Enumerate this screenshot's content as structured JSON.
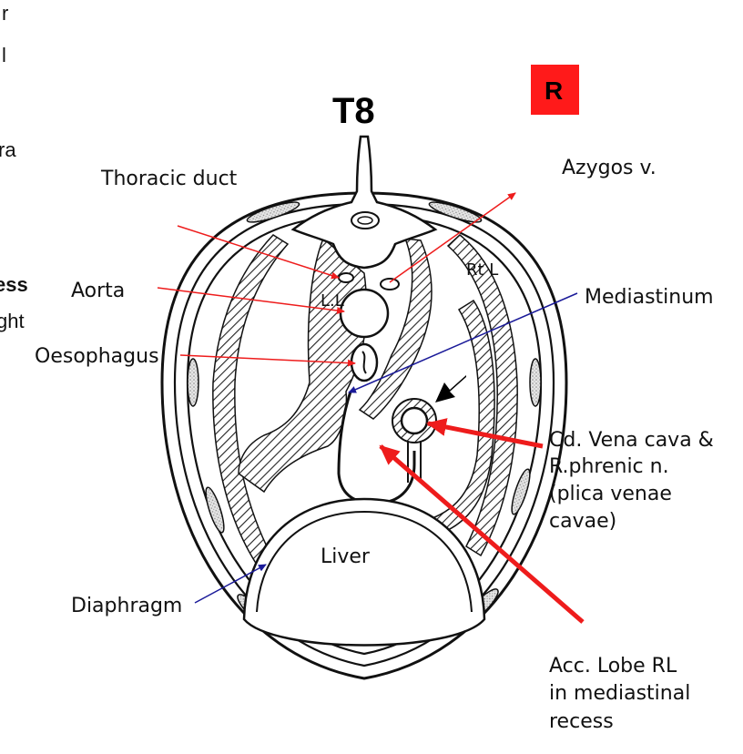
{
  "title": "T8",
  "badge": {
    "text": "R",
    "color": "#ff1a1a"
  },
  "left_fragments": [
    "r",
    "l",
    "ra",
    "ess",
    "ght"
  ],
  "labels": {
    "thoracic_duct": "Thoracic duct",
    "azygos": "Azygos v.",
    "aorta": "Aorta",
    "mediastinum": "Mediastinum",
    "oesophagus": "Oesophagus",
    "right_lung": "Rt L",
    "left_lung": "L.L",
    "vena_cava": [
      "Cd. Vena cava &",
      "R.phrenic n.",
      "(plica venae",
      "cavae)"
    ],
    "liver": "Liver",
    "diaphragm": "Diaphragm",
    "acc_lobe": [
      "Acc. Lobe RL",
      "in mediastinal",
      "recess"
    ]
  },
  "colors": {
    "pointer_red": "#ee1c1c",
    "pointer_blue": "#1a1a99",
    "outline": "#111111"
  }
}
